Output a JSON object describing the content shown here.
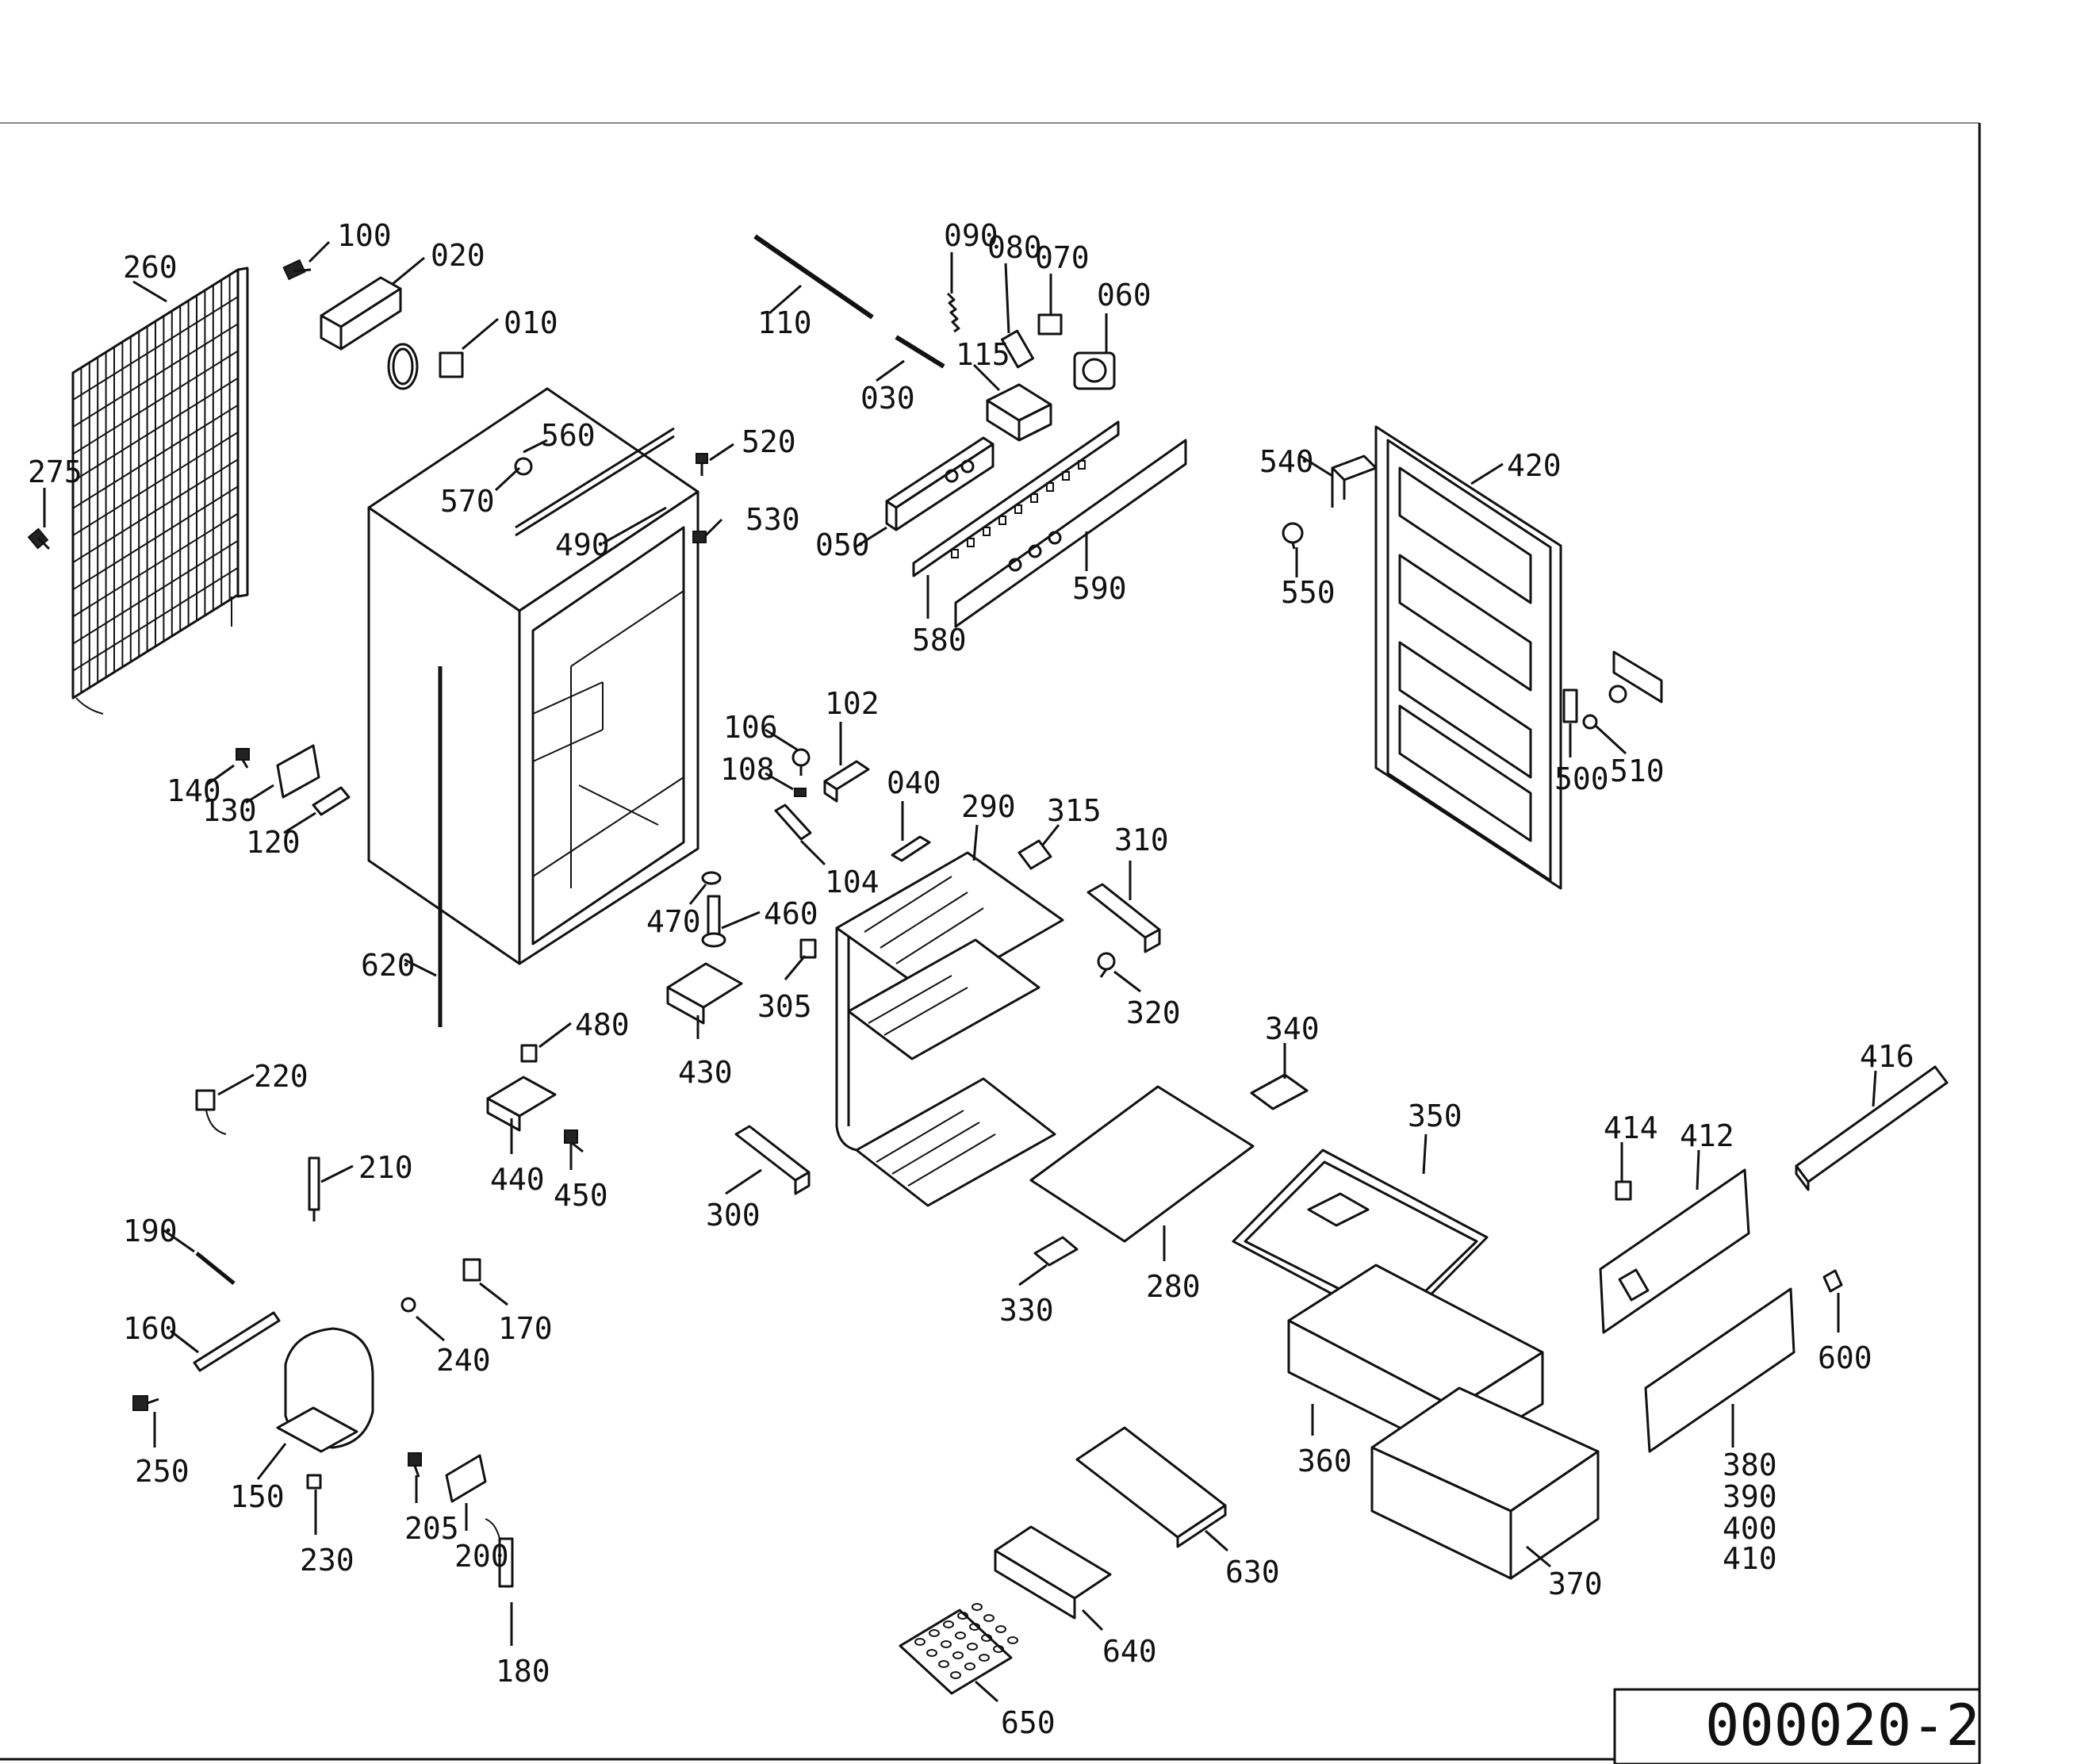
{
  "drawing": {
    "drawing_number": "000020-2"
  },
  "parts": [
    "260",
    "100",
    "020",
    "010",
    "275",
    "110",
    "090",
    "080",
    "070",
    "060",
    "115",
    "030",
    "560",
    "520",
    "570",
    "530",
    "490",
    "050",
    "580",
    "590",
    "540",
    "420",
    "550",
    "106",
    "102",
    "108",
    "040",
    "290",
    "315",
    "310",
    "104",
    "470",
    "460",
    "305",
    "320",
    "620",
    "480",
    "430",
    "340",
    "350",
    "416",
    "414",
    "412",
    "220",
    "440",
    "450",
    "300",
    "210",
    "280",
    "330",
    "190",
    "170",
    "240",
    "160",
    "250",
    "150",
    "205",
    "200",
    "230",
    "180",
    "360",
    "600",
    "380",
    "390",
    "400",
    "410",
    "630",
    "370",
    "640",
    "650",
    "140",
    "130",
    "120",
    "500",
    "510"
  ]
}
